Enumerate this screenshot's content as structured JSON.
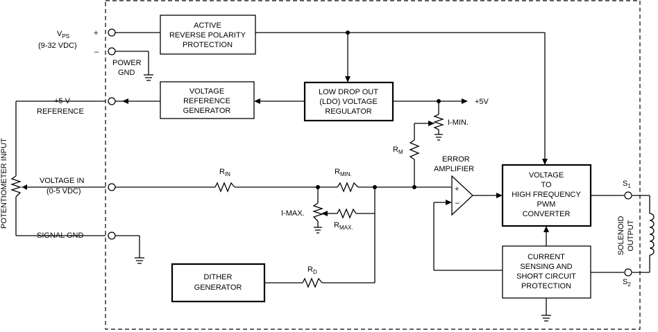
{
  "blocks": {
    "reverse_polarity": [
      "ACTIVE",
      "REVERSE POLARITY",
      "PROTECTION"
    ],
    "voltage_ref": [
      "VOLTAGE",
      "REFERENCE",
      "GENERATOR"
    ],
    "ldo": [
      "LOW DROP OUT",
      "(LDO) VOLTAGE",
      "REGULATOR"
    ],
    "pwm": [
      "VOLTAGE",
      "TO",
      "HIGH FREQUENCY",
      "PWM",
      "CONVERTER"
    ],
    "current_sense": [
      "CURRENT",
      "SENSING AND",
      "SHORT CIRCUIT",
      "PROTECTION"
    ],
    "dither": [
      "DITHER",
      "GENERATOR"
    ]
  },
  "labels": {
    "vps_main": "V",
    "vps_sub": "PS",
    "vps_range": "(9-32 VDC)",
    "plus": "+",
    "minus": "–",
    "power_gnd": [
      "POWER",
      "GND"
    ],
    "ref_plus5": "+5 V",
    "reference": "REFERENCE",
    "ldo_out": "+5V",
    "i_min": "I-MIN.",
    "rm_main": "R",
    "rm_sub": "M",
    "error_amp": [
      "ERROR",
      "AMPLIFIER"
    ],
    "voltage_in": "VOLTAGE IN",
    "voltage_in_range": "(0-5 VDC)",
    "rin_main": "R",
    "rin_sub": "IN",
    "rmin_main": "R",
    "rmin_sub": "MIN.",
    "imax": "I-MAX.",
    "rmax_main": "R",
    "rmax_sub": "MAX.",
    "rd_main": "R",
    "rd_sub": "D",
    "signal_gnd": "SIGNAL GND",
    "pot_input": "POTENTIOMETER INPUT",
    "s1_main": "S",
    "s1_sub": "1",
    "s2_main": "S",
    "s2_sub": "2",
    "solenoid": [
      "SOLENOID",
      "OUTPUT"
    ],
    "opamp_plus": "+",
    "opamp_minus": "–"
  }
}
